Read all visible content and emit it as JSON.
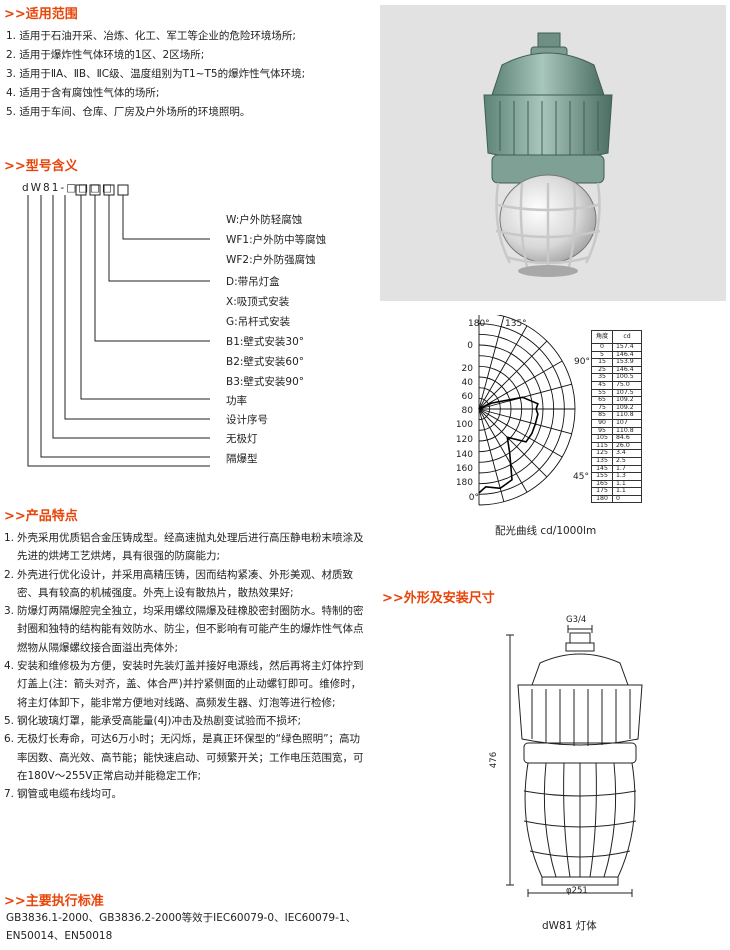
{
  "applications": {
    "title": ">>适用范围",
    "items": [
      "1. 适用于石油开采、冶炼、化工、军工等企业的危险环境场所;",
      "2. 适用于爆炸性气体环境的1区、2区场所;",
      "3. 适用于ⅡA、ⅡB、ⅡC级、温度组别为T1~T5的爆炸性气体环境;",
      "4. 适用于含有腐蚀性气体的场所;",
      "5. 适用于车间、仓库、厂房及户外场所的环境照明。"
    ]
  },
  "model": {
    "title": ">>型号含义",
    "code": "dW81-□□□□",
    "legend": [
      "W:户外防轻腐蚀",
      "WF1:户外防中等腐蚀",
      "WF2:户外防强腐蚀",
      "D:带吊灯盒",
      "X:吸顶式安装",
      "G:吊杆式安装",
      "B1:壁式安装30°",
      "B2:壁式安装60°",
      "B3:壁式安装90°",
      "功率",
      "设计序号",
      "无极灯",
      "隔爆型"
    ]
  },
  "features": {
    "title": ">>产品特点",
    "items": [
      {
        "num": "1.",
        "text": "外壳采用优质铝合金压铸成型。经高速抛丸处理后进行高压静电粉末喷涂及先进的烘烤工艺烘烤，具有很强的防腐能力;"
      },
      {
        "num": "2.",
        "text": "外壳进行优化设计，并采用高精压铸，因而结构紧凑、外形美观、材质致密、具有较高的机械强度。外壳上设有散热片，散热效果好;"
      },
      {
        "num": "3.",
        "text": "防爆灯两隔爆腔完全独立，均采用螺纹隔爆及硅橡胶密封圈防水。特制的密封圈和独特的结构能有效防水、防尘，但不影响有可能产生的爆炸性气体点燃物从隔爆螺纹接合面溢出壳体外;"
      },
      {
        "num": "4.",
        "text": "安装和维修极为方便，安装时先装灯盖并接好电源线，然后再将主灯体拧到灯盖上(注：箭头对齐，盖、体合严)并拧紧侧面的止动螺钉即可。维修时，将主灯体卸下，能非常方便地对线路、高频发生器、灯泡等进行检修;"
      },
      {
        "num": "5.",
        "text": "钢化玻璃灯罩，能承受高能量(4J)冲击及热剧变试验而不损坏;"
      },
      {
        "num": "6.",
        "text": "无极灯长寿命，可达6万小时；无闪烁，是真正环保型的“绿色照明”；高功率因数、高光效、高节能；能快速启动、可频繁开关；工作电压范围宽，可在180V～255V正常启动并能稳定工作;"
      },
      {
        "num": "7.",
        "text": "钢管或电缆布线均可。"
      }
    ]
  },
  "standards": {
    "title": ">>主要执行标准",
    "text": "GB3836.1-2000、GB3836.2-2000等效于IEC60079-0、IEC60079-1、EN50014、EN50018"
  },
  "polar": {
    "top_left": "180°",
    "top_mid": "135°",
    "angle_90": "90°",
    "angle_45": "45°",
    "axis": [
      "0",
      "20",
      "40",
      "60",
      "80",
      "100",
      "120",
      "140",
      "160",
      "180",
      "0°"
    ],
    "caption": "配光曲线 cd/1000lm",
    "table": {
      "headers": [
        "角度",
        "cd"
      ],
      "rows": [
        [
          "0",
          "157.4"
        ],
        [
          "5",
          "146.4"
        ],
        [
          "15",
          "153.9"
        ],
        [
          "25",
          "146.4"
        ],
        [
          "35",
          "100.5"
        ],
        [
          "45",
          "75.0"
        ],
        [
          "55",
          "107.5"
        ],
        [
          "65",
          "109.2"
        ],
        [
          "75",
          "109.2"
        ],
        [
          "85",
          "110.8"
        ],
        [
          "90",
          "107"
        ],
        [
          "95",
          "110.8"
        ],
        [
          "105",
          "84.6"
        ],
        [
          "115",
          "26.0"
        ],
        [
          "125",
          "3.4"
        ],
        [
          "135",
          "2.5"
        ],
        [
          "145",
          "1.7"
        ],
        [
          "155",
          "1.3"
        ],
        [
          "165",
          "1.1"
        ],
        [
          "175",
          "1.1"
        ],
        [
          "180",
          "0"
        ]
      ]
    }
  },
  "dimensions": {
    "title": ">>外形及安装尺寸",
    "thread": "G3/4",
    "height": "476",
    "diameter": "φ251",
    "caption": "dW81 灯体"
  }
}
